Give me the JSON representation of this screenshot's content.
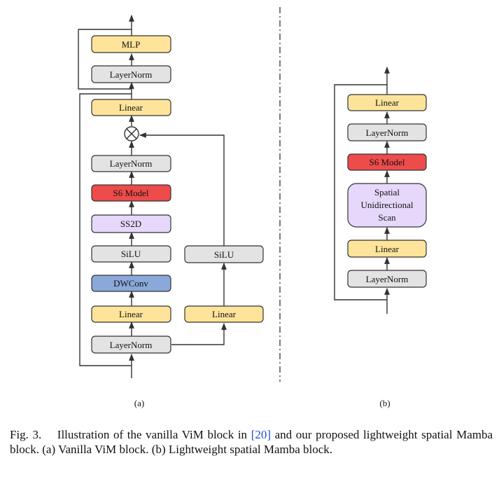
{
  "diagram_a": {
    "blocks": {
      "mlp": "MLP",
      "layernorm_top": "LayerNorm",
      "linear_out": "Linear",
      "layernorm_mid": "LayerNorm",
      "s6": "S6 Model",
      "ss2d": "SS2D",
      "silu_left": "SiLU",
      "dwconv": "DWConv",
      "linear_left": "Linear",
      "layernorm_in": "LayerNorm",
      "silu_right": "SiLU",
      "linear_right": "Linear"
    },
    "label": "(a)"
  },
  "diagram_b": {
    "blocks": {
      "linear_top": "Linear",
      "layernorm_mid": "LayerNorm",
      "s6": "S6 Model",
      "scan_line1": "Spatial",
      "scan_line2": "Unidirectional",
      "scan_line3": "Scan",
      "linear_low": "Linear",
      "layernorm_in": "LayerNorm"
    },
    "label": "(b)"
  },
  "caption": {
    "fig": "Fig. 3.",
    "part1": "Illustration of the vanilla ViM block in",
    "ref": "[20]",
    "part2": "and our proposed lightweight spatial Mamba block. (a) Vanilla ViM block. (b) Lightweight spatial Mamba block."
  },
  "colors": {
    "yellow": "#fde49a",
    "gray": "#e3e3e3",
    "red": "#ee4b4b",
    "purple": "#e6d8fb",
    "blue": "#8aa8d9",
    "stroke": "#333333",
    "link": "#1a4fd6"
  }
}
